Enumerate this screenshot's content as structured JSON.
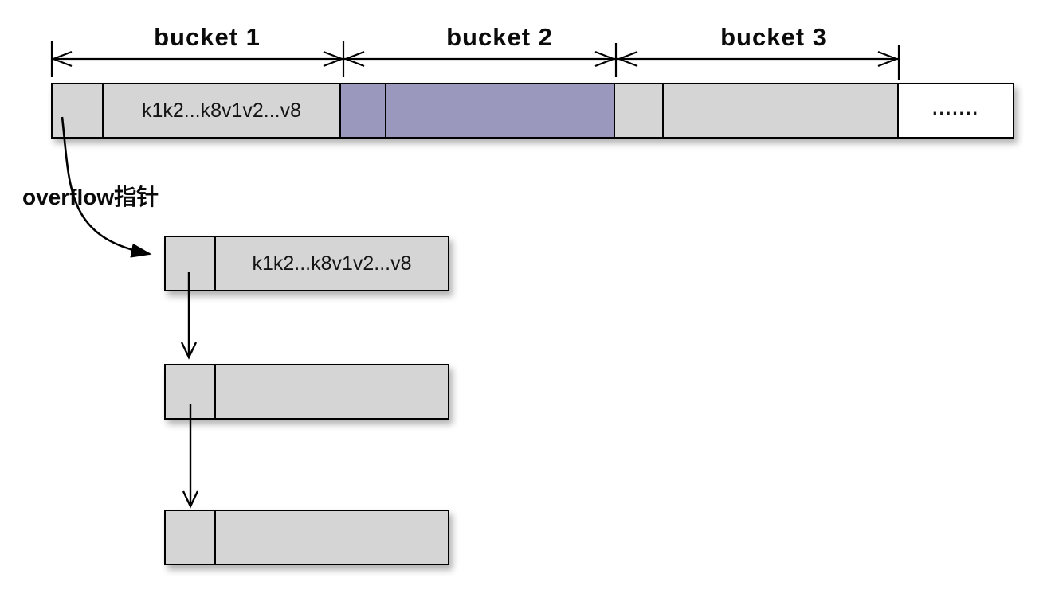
{
  "diagram_type": "hash-table-bucket-array-with-overflow-chain",
  "bucket_arrows": [
    {
      "label": "bucket 1"
    },
    {
      "label": "bucket 2"
    },
    {
      "label": "bucket 3"
    }
  ],
  "main_bar": {
    "cells": [
      {
        "role": "overflow-pointer-slot",
        "bucket": 1,
        "text": ""
      },
      {
        "role": "record-slot",
        "bucket": 1,
        "text": "k1k2...k8v1v2...v8"
      },
      {
        "role": "overflow-pointer-slot",
        "bucket": 2,
        "text": ""
      },
      {
        "role": "record-slot",
        "bucket": 2,
        "text": ""
      },
      {
        "role": "overflow-pointer-slot",
        "bucket": 3,
        "text": ""
      },
      {
        "role": "record-slot",
        "bucket": 3,
        "text": ""
      },
      {
        "role": "more-buckets",
        "text": "......."
      }
    ]
  },
  "overflow": {
    "label": "overflow指针",
    "blocks": [
      {
        "record_text": "k1k2...k8v1v2...v8"
      },
      {
        "record_text": ""
      },
      {
        "record_text": ""
      }
    ]
  },
  "colors": {
    "cell_gray": "#d5d5d5",
    "cell_purple": "#9a98bc",
    "border": "#000000",
    "text": "#111111",
    "canvas": "#ffffff"
  }
}
